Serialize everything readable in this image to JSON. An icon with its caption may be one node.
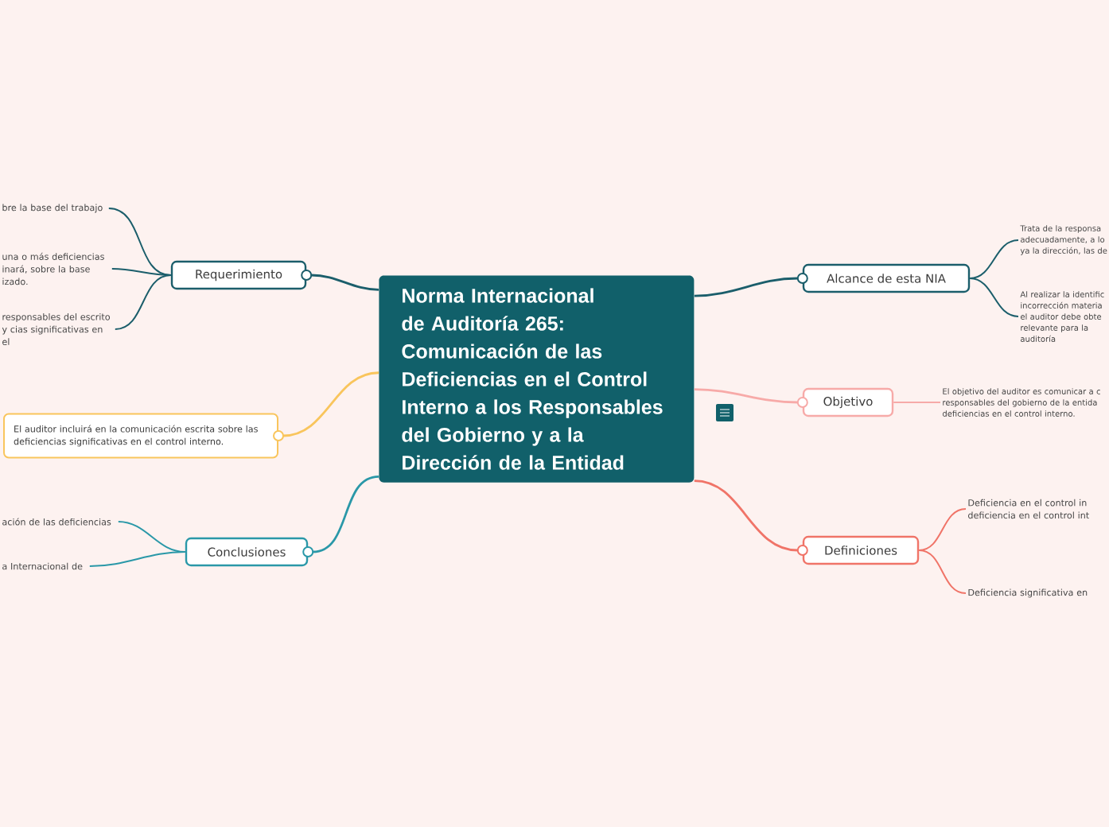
{
  "diagram": {
    "nodes": [
      {
        "text": [
          "Norma Internacional de Auditoría 265: Comunicación de las Deficiencias en el Control Interno a los Responsables del Gobierno y a la Dirección de la Entidad"
        ]
      },
      {
        "text": [
          "Requerimiento"
        ]
      },
      {
        "text": [
          "bre la base del trabajo"
        ]
      },
      {
        "text": [
          "una o más deficiencias inará, sobre la base izado."
        ]
      },
      {
        "text": [
          "responsables del escrito y cias significativas en el"
        ]
      },
      {
        "text": [
          "El auditor incluirá en la comunicación escrita sobre las deficiencias significativas en el control interno."
        ]
      },
      {
        "text": [
          "Conclusiones"
        ]
      },
      {
        "text": [
          "ación de las deficiencias"
        ]
      },
      {
        "text": [
          "a Internacional de"
        ]
      },
      {
        "text": [
          "Alcance de esta NIA"
        ]
      },
      {
        "text": [
          "Trata de la responsa adecuadamente, a lo ya la dirección, las de"
        ]
      },
      {
        "text": [
          "Al realizar la identific incorrección materia el auditor debe obte relevante para la auditoría"
        ]
      },
      {
        "text": [
          "Objetivo"
        ]
      },
      {
        "text": [
          "El objetivo del auditor es comunicar a c responsables del gobierno de la entida deficiencias en el control interno."
        ]
      },
      {
        "text": [
          "Definiciones"
        ]
      },
      {
        "text": [
          "Deficiencia en el control in deficiencia en el control int"
        ]
      },
      {
        "text": [
          "Deficiencia significativa en"
        ]
      }
    ],
    "edges": [
      {
        "from": 0,
        "to": 1,
        "arrow": "none"
      },
      {
        "from": 1,
        "to": 2,
        "arrow": "none"
      },
      {
        "from": 1,
        "to": 3,
        "arrow": "none"
      },
      {
        "from": 1,
        "to": 4,
        "arrow": "none"
      },
      {
        "from": 0,
        "to": 5,
        "arrow": "none",
        "color": "#f9c55c"
      },
      {
        "from": 0,
        "to": 6,
        "arrow": "none",
        "color": "#2a98a8"
      },
      {
        "from": 6,
        "to": 7,
        "arrow": "none",
        "color": "#2a98a8"
      },
      {
        "from": 6,
        "to": 8,
        "arrow": "none",
        "color": "#2a98a8"
      },
      {
        "from": 0,
        "to": 9,
        "arrow": "none"
      },
      {
        "from": 9,
        "to": 10,
        "arrow": "none"
      },
      {
        "from": 9,
        "to": 11,
        "arrow": "none"
      },
      {
        "from": 0,
        "to": 12,
        "arrow": "none",
        "color": "#f7aaa8"
      },
      {
        "from": 12,
        "to": 13,
        "arrow": "none",
        "color": "#f7aaa8"
      },
      {
        "from": 0,
        "to": 14,
        "arrow": "none",
        "color": "#f07468"
      },
      {
        "from": 14,
        "to": 15,
        "arrow": "none",
        "color": "#f07468"
      },
      {
        "from": 14,
        "to": 16,
        "arrow": "none",
        "color": "#f07468"
      }
    ]
  }
}
